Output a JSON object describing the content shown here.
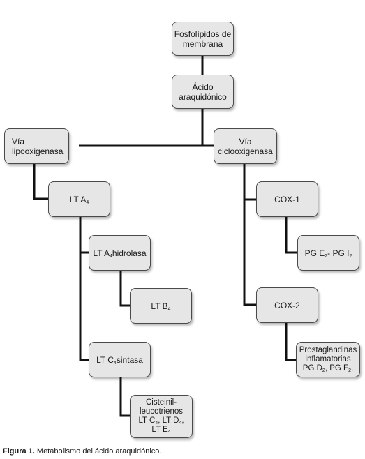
{
  "nodes": {
    "fosfolipidos": {
      "line1": "Fosfolípidos de",
      "line2": "membrana"
    },
    "acido": {
      "line1": "Ácido",
      "line2": "araquidónico"
    },
    "via_lipo": {
      "line1": "Vía",
      "line2": "lipooxigenasa"
    },
    "via_ciclo": {
      "line1": "Vía",
      "line2": "ciclooxigenasa"
    },
    "lta4": {
      "text": "LT A",
      "sub": "4"
    },
    "lta4_hidrolasa": {
      "text": "LT A",
      "sub": "4",
      "text2": "hidrolasa"
    },
    "ltb4": {
      "text": "LT B",
      "sub": "4"
    },
    "ltc4_sintasa": {
      "text": "LT C",
      "sub": "4",
      "text2": "sintasa"
    },
    "cisteinil": {
      "line1": "Cisteinil-",
      "line2": "leucotrienos",
      "line3_a": "LT C",
      "line3_a_sub": "4",
      "line3_b": ", LT D",
      "line3_b_sub": "4",
      "line3_c": ",",
      "line4": "LT E",
      "line4_sub": "4"
    },
    "cox1": {
      "text": "COX-1"
    },
    "cox2": {
      "text": "COX-2"
    },
    "pge2": {
      "a": "PG E",
      "a_sub": "2",
      "b": "- PG I",
      "b_sub": "2"
    },
    "prostaglandinas": {
      "line1": "Prostaglandinas",
      "line2": "inflamatorias",
      "line3_a": "PG D",
      "line3_a_sub": "2",
      "line3_b": ", PG F",
      "line3_b_sub": "2",
      "line3_c": ","
    }
  },
  "caption": {
    "label": "Figura 1.",
    "text": " Metabolismo del ácido araquidónico."
  }
}
